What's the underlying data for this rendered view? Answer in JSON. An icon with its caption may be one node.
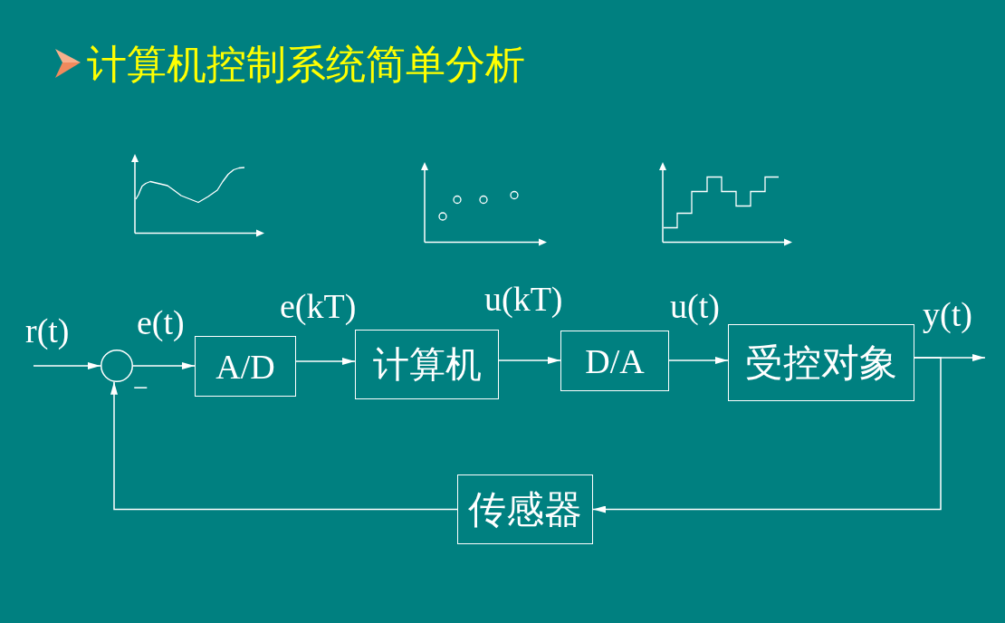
{
  "diagram": {
    "title": "计算机控制系统简单分析",
    "nodes": [
      {
        "text": [],
        "shape": "circle",
        "beside": [
          "−"
        ]
      },
      {
        "text": [
          "A/D"
        ]
      },
      {
        "text": [
          "计算机"
        ]
      },
      {
        "text": [
          "D/A"
        ]
      },
      {
        "text": [
          "受控对象"
        ]
      },
      {
        "text": [
          "传感器"
        ]
      }
    ],
    "edges": [
      {
        "from": null,
        "to": 0,
        "arrow": "to",
        "label": "r(t)"
      },
      {
        "from": 0,
        "to": 1,
        "arrow": "to",
        "label": "e(t)"
      },
      {
        "from": 1,
        "to": 2,
        "arrow": "to",
        "label": "e(kT)"
      },
      {
        "from": 2,
        "to": 3,
        "arrow": "to",
        "label": "u(kT)"
      },
      {
        "from": 3,
        "to": 4,
        "arrow": "to",
        "label": "u(t)"
      },
      {
        "from": 4,
        "to": null,
        "arrow": "to",
        "label": "y(t)"
      },
      {
        "from": 4,
        "to": 5,
        "arrow": "to"
      },
      {
        "from": 5,
        "to": 0,
        "arrow": "to"
      }
    ]
  }
}
